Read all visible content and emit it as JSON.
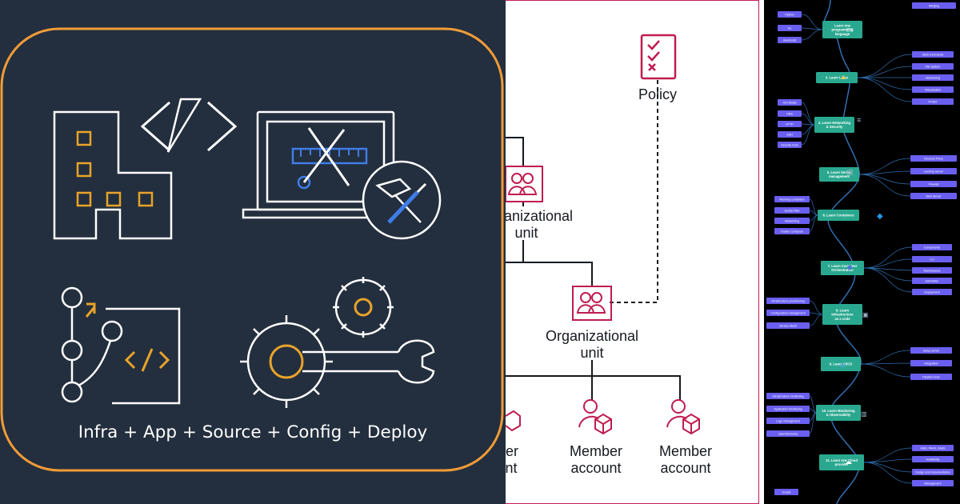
{
  "panel_infra": {
    "caption": "Infra + App + Source + Config + Deploy",
    "icons": [
      "building-icon",
      "code-brackets-icon",
      "laptop-tools-icon",
      "hammer-screwdriver-icon",
      "git-branch-code-icon",
      "gears-wrench-icon"
    ],
    "colors": {
      "background": "#232f3e",
      "border": "#f29c38",
      "accent": "#e9a32a",
      "line": "#ffffff"
    }
  },
  "panel_org": {
    "policy_label": "Policy",
    "ou_top_label": [
      "Organizational",
      "unit"
    ],
    "ou_mid_label": [
      "Organizational",
      "unit"
    ],
    "member_left_label": [
      "Member",
      "account"
    ],
    "member_center_label": [
      "Member",
      "account"
    ],
    "member_right_label": [
      "Member",
      "account"
    ],
    "colors": {
      "accent": "#bf1c4f",
      "text": "#16191f",
      "line": "#16191f"
    }
  },
  "panel_roadmap": {
    "steps": [
      {
        "label": [
          "Learn one",
          "programming",
          "language"
        ]
      },
      {
        "label": [
          "3. Learn Linux"
        ]
      },
      {
        "label": [
          "4. Learn Networking",
          "& Security"
        ]
      },
      {
        "label": [
          "5. Learn Server",
          "management"
        ]
      },
      {
        "label": [
          "6. Learn Containers"
        ]
      },
      {
        "label": [
          "7. Learn Container",
          "Orchestration"
        ]
      },
      {
        "label": [
          "8. Learn",
          "Infrastructure",
          "as a code"
        ]
      },
      {
        "label": [
          "9. Learn CI/CD"
        ]
      },
      {
        "label": [
          "10. Learn Monitoring",
          "& Observability"
        ]
      },
      {
        "label": [
          "11. Learn one Cloud",
          "provider"
        ]
      }
    ],
    "topics": [
      "Merging",
      "Python",
      "Go",
      "JavaScript",
      "Shell commands",
      "File System",
      "Networking",
      "Virtualization",
      "POSIX",
      "OSI Model",
      "DNS",
      "HTTP",
      "SSH",
      "Security tools",
      "Reverse Proxy",
      "Caching Server",
      "Firewall",
      "Web Server",
      "Running containers",
      "Docker files",
      "Networking",
      "Docker Compose",
      "Components",
      "CLI",
      "Namespaces",
      "Administer",
      "Deployment",
      "Infrastructure provisioning",
      "Configuration management",
      "Service Mesh",
      "Setup server",
      "Integration",
      "Pipeline tools",
      "Infrastructure monitoring",
      "Application Monitoring",
      "Logs management",
      "OpenTelemetry",
      "IAAS, PAAS, SAAS",
      "Availability",
      "Design and implementation",
      "Management",
      "Scripts"
    ],
    "colors": {
      "background": "#000000",
      "step": "#2aa88f",
      "topic": "#6a5ff0",
      "curve": "#2f6fb0"
    }
  }
}
